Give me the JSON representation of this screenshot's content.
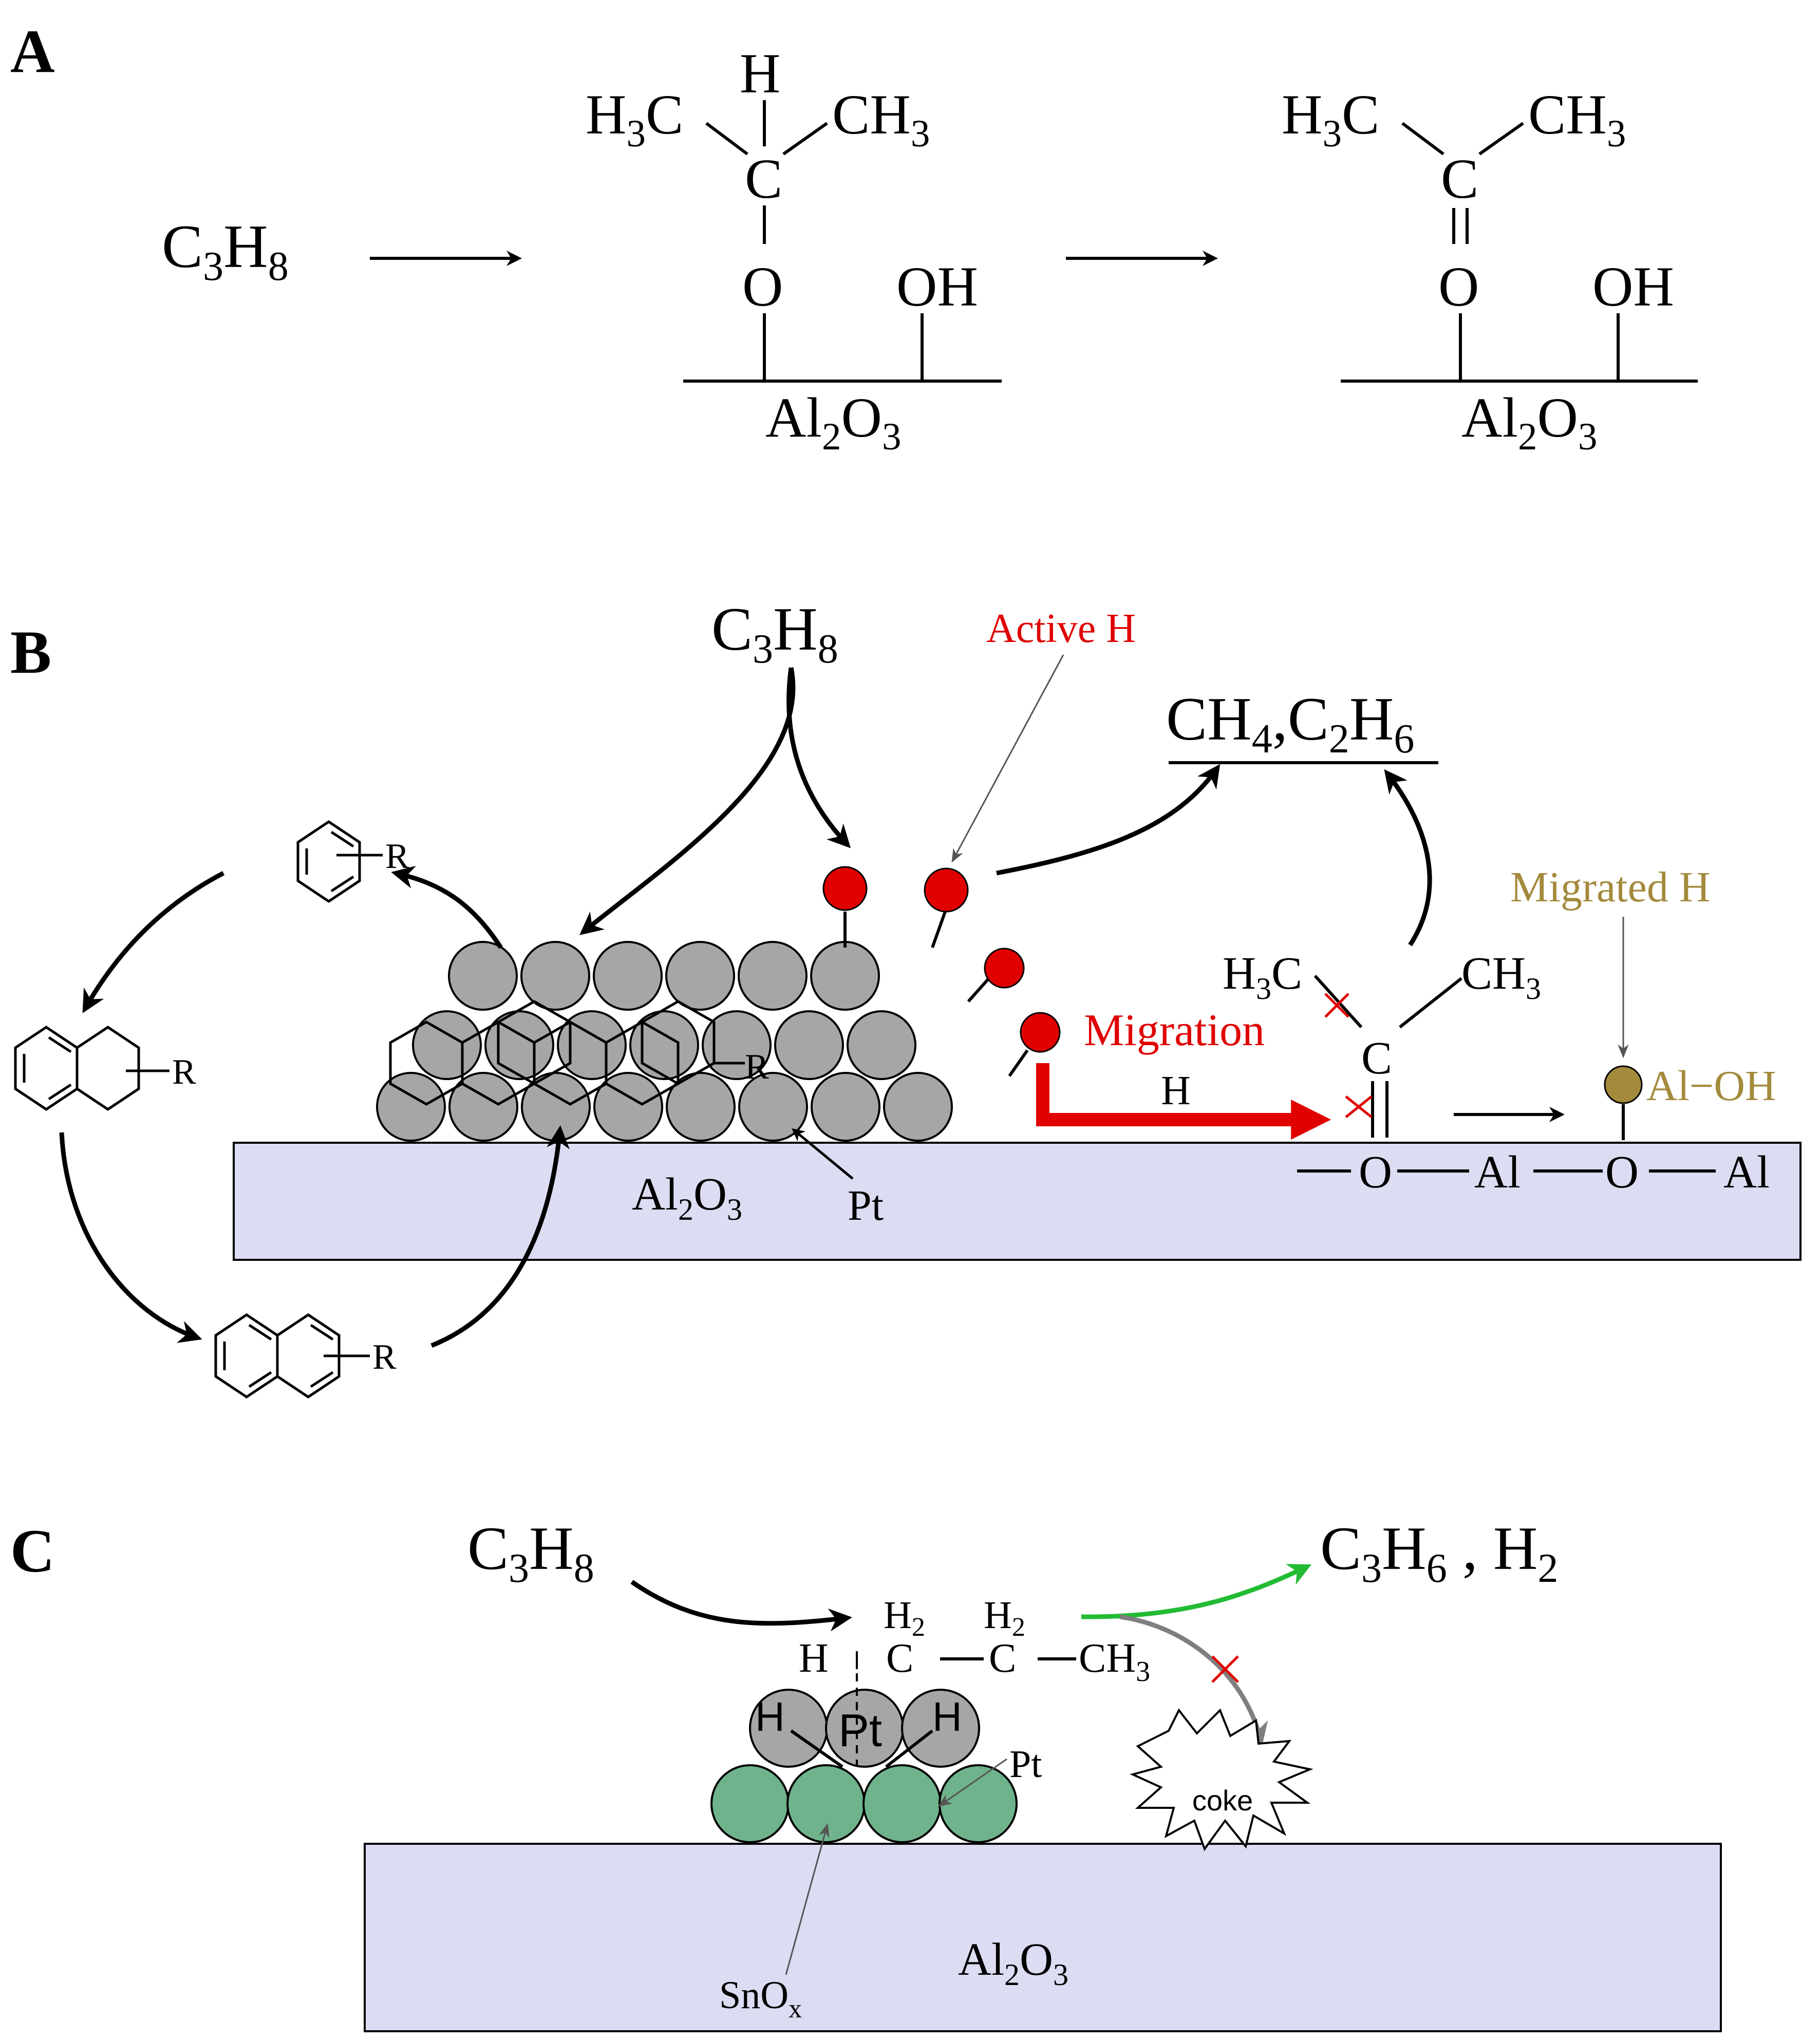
{
  "panels": {
    "a": {
      "label": "A",
      "reactant": {
        "main": "C",
        "s1": "3",
        "main2": "H",
        "s2": "8"
      },
      "intermediate": {
        "h_top": "H",
        "left_methyl": {
          "main": "H",
          "sub": "3",
          "tail": "C"
        },
        "right_methyl": {
          "main": "CH",
          "sub": "3"
        },
        "carbon": "C",
        "oxygen": "O",
        "hydroxyl": "OH",
        "support": {
          "a": "Al",
          "s1": "2",
          "b": "O",
          "s2": "3"
        }
      },
      "product": {
        "left_methyl": {
          "main": "H",
          "sub": "3",
          "tail": "C"
        },
        "right_methyl": {
          "main": "CH",
          "sub": "3"
        },
        "carbon": "C",
        "oxygen": "O",
        "hydroxyl": "OH",
        "support": {
          "a": "Al",
          "s1": "2",
          "b": "O",
          "s2": "3"
        }
      }
    },
    "b": {
      "label": "B",
      "feed": {
        "main": "C",
        "s1": "3",
        "main2": "H",
        "s2": "8"
      },
      "active_h": "Active H",
      "cracking_products": {
        "a": "CH",
        "s1": "4",
        "b": ",C",
        "s2": "2",
        "c": "H",
        "s3": "6"
      },
      "migrated_h": "Migrated H",
      "migration": "Migration",
      "h_label": "H",
      "left_methyl": {
        "main": "H",
        "sub": "3",
        "tail": "C"
      },
      "right_methyl": {
        "main": "CH",
        "sub": "3"
      },
      "carbon": "C",
      "surface_chain": [
        "O",
        "Al",
        "O",
        "Al"
      ],
      "al_oh": "Al−OH",
      "support": {
        "a": "Al",
        "s1": "2",
        "b": "O",
        "s2": "3"
      },
      "pt_label": "Pt",
      "r_groups": [
        "R",
        "R",
        "R",
        "R"
      ]
    },
    "c": {
      "label": "C",
      "feed": {
        "main": "C",
        "s1": "3",
        "main2": "H",
        "s2": "8"
      },
      "products": {
        "a": "C",
        "s1": "3",
        "b": "H",
        "s2": "6",
        "c": " , H",
        "s3": "2"
      },
      "chain": {
        "h": "H",
        "h2a": "H",
        "h2a_sub": "2",
        "c1": "C",
        "h2b": "H",
        "h2b_sub": "2",
        "c2": "C",
        "ch3": "CH",
        "ch3_sub": "3"
      },
      "adsorbed_h": [
        "H",
        "H"
      ],
      "pt_center": "Pt",
      "pt_label": "Pt",
      "coke": "coke",
      "snox": {
        "main": "SnO",
        "sub": "x"
      },
      "support": {
        "a": "Al",
        "s1": "2",
        "b": "O",
        "s2": "3"
      }
    }
  },
  "colors": {
    "support_fill": "#dcdcf2",
    "pt_fill": "#a6a6a6",
    "active_h": "#e00000",
    "migrated_h": "#a38a3c",
    "snox_fill": "#6fb38c",
    "green_arrow": "#22bb33",
    "gray_arrow": "#7f7f7f"
  }
}
